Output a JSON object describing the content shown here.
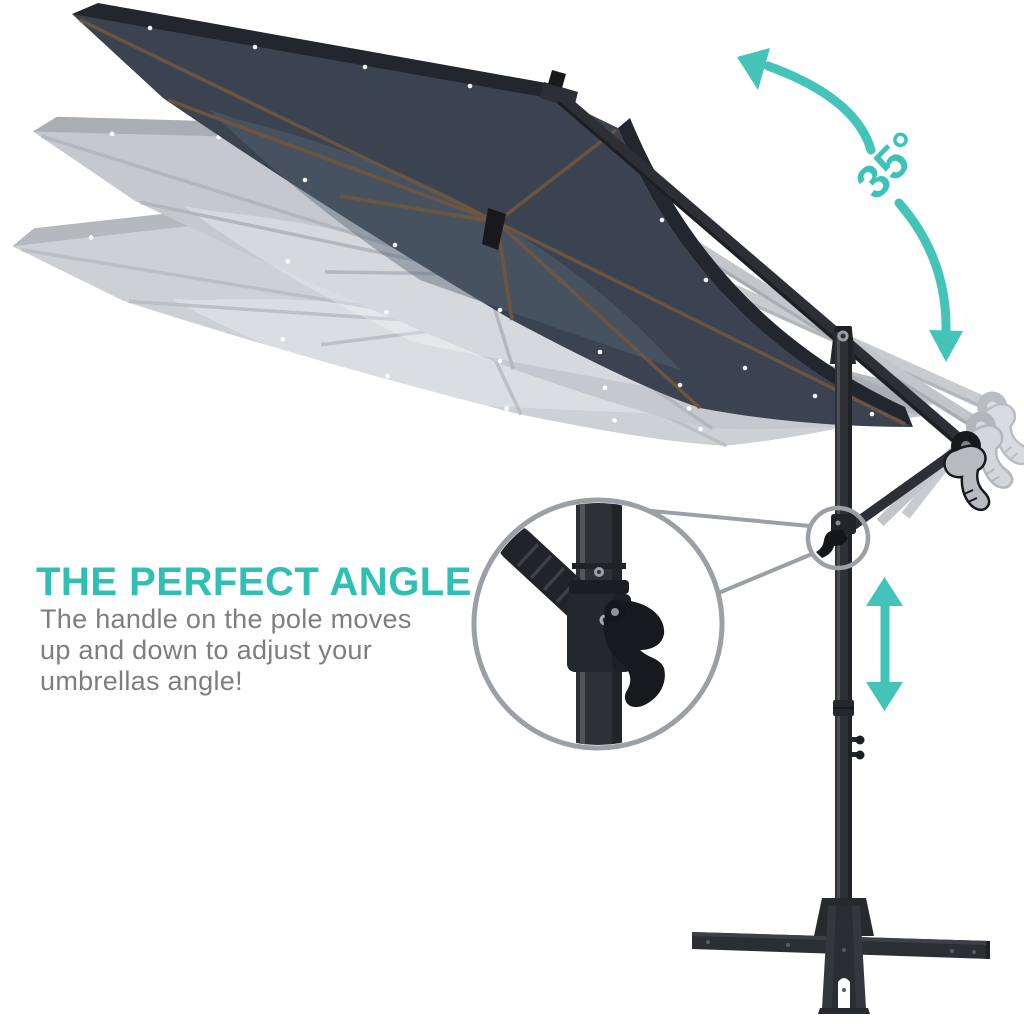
{
  "scene": {
    "background_color": "#ffffff",
    "subject": "offset cantilever patio umbrella shown at three tilt positions",
    "tilt_positions_shown": 3
  },
  "annotation": {
    "angle_label": "35°",
    "heading": "THE PERFECT ANGLE",
    "body_lines": [
      "The handle on the pole moves",
      "up and down to adjust your",
      "umbrellas angle!"
    ]
  },
  "colors": {
    "accent_teal": "#44c3b8",
    "heading_teal": "#2fbfb3",
    "body_gray": "#7c7e81",
    "canopy_dark": "#3a434f",
    "canopy_ghost": "#c9cdd2",
    "frame_dark": "#2d3136",
    "callout_gray": "#9aa0a5"
  },
  "icons": {
    "rotation_arc": "curved-double-arrow-icon",
    "handle_motion": "vertical-double-arrow-icon",
    "closeup": "zoom-callout-circle"
  }
}
